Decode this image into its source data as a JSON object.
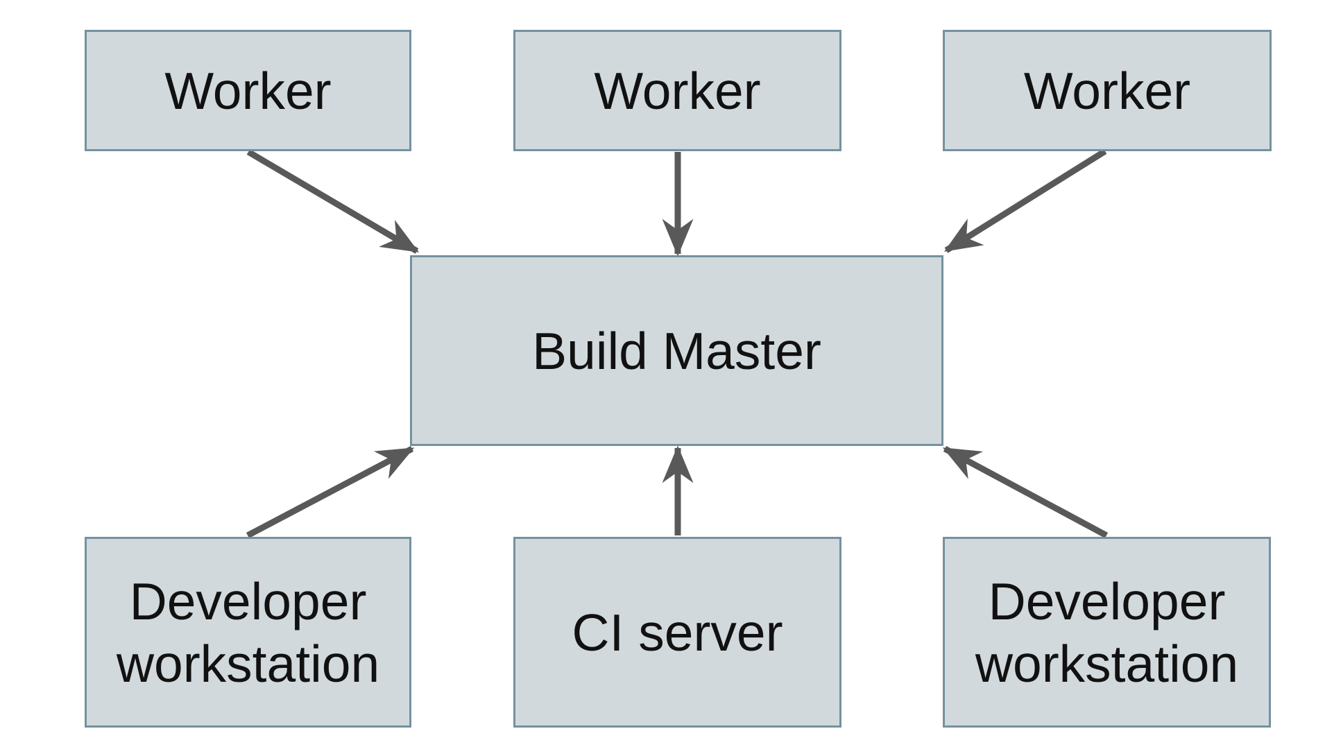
{
  "diagram": {
    "nodes": {
      "worker_top_left": {
        "label": "Worker"
      },
      "worker_top_center": {
        "label": "Worker"
      },
      "worker_top_right": {
        "label": "Worker"
      },
      "build_master": {
        "label": "Build Master"
      },
      "developer_workstation_left": {
        "label": "Developer workstation"
      },
      "ci_server": {
        "label": "CI server"
      },
      "developer_workstation_right": {
        "label": "Developer workstation"
      }
    },
    "edges": [
      {
        "from": "worker_top_left",
        "to": "build_master"
      },
      {
        "from": "worker_top_center",
        "to": "build_master"
      },
      {
        "from": "worker_top_right",
        "to": "build_master"
      },
      {
        "from": "developer_workstation_left",
        "to": "build_master"
      },
      {
        "from": "ci_server",
        "to": "build_master"
      },
      {
        "from": "developer_workstation_right",
        "to": "build_master"
      }
    ],
    "colors": {
      "background": "#ffffff",
      "node_fill": "#d2d9dc",
      "node_border": "#7491a0",
      "arrow": "#595959",
      "text": "#111111"
    }
  }
}
